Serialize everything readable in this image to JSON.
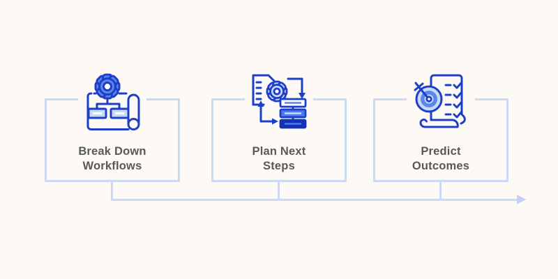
{
  "diagram": {
    "kind": "process-flow",
    "direction": "left-to-right",
    "connector": "arrow"
  },
  "steps": [
    {
      "name": "break-down-workflows",
      "label": "Break Down Workflows",
      "label_lines": [
        "Break Down",
        "Workflows"
      ],
      "icon": "workflow-blueprint-gear-icon"
    },
    {
      "name": "plan-next-steps",
      "label": "Plan Next Steps",
      "label_lines": [
        "Plan Next",
        "Steps"
      ],
      "icon": "document-gear-server-arrows-icon"
    },
    {
      "name": "predict-outcomes",
      "label": "Predict Outcomes",
      "label_lines": [
        "Predict",
        "Outcomes"
      ],
      "icon": "target-checklist-scroll-icon"
    }
  ],
  "colors": {
    "background": "#FDFAF5",
    "card_border": "#CBD8F6",
    "connector_line": "#CBD8F6",
    "arrowhead": "#C3D1F4",
    "label_text": "#58585C",
    "icon_stroke_dark": "#1D3FC8",
    "icon_blue_medium": "#5B86EA",
    "icon_blue_light": "#C9D9F9",
    "icon_blue_deep": "#1233B8"
  }
}
